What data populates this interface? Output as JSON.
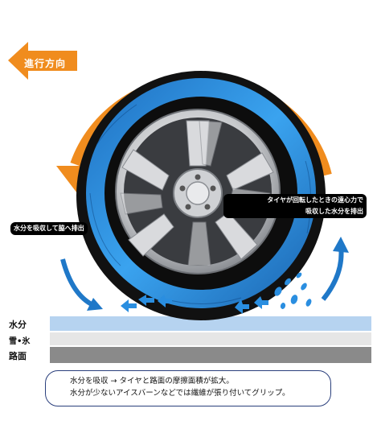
{
  "direction_label": "進行方向",
  "callout_left": "水分を吸収して脇へ排出",
  "callout_right": {
    "line1": "タイヤが回転したときの遠心力で",
    "line2": "吸収した水分を排出"
  },
  "layers": [
    {
      "label": "水分",
      "color": "#b6d3f0"
    },
    {
      "label": "雪•氷",
      "color": "#e6e6e6"
    },
    {
      "label": "路面",
      "color": "#8a8a8a"
    }
  ],
  "note": {
    "line1": "水分を吸収 → タイヤと路面の摩擦面積が拡大。",
    "line2": "水分が少ないアイスバーンなどでは繊維が張り付いてグリップ。"
  },
  "colors": {
    "orange_arrow": "#f08c1e",
    "blue_arrow": "#1f78c8",
    "sock_blue": "#2a8ee0",
    "tire_black": "#111111"
  },
  "icons": [
    "direction-arrow-icon",
    "rotation-arrow-icon",
    "water-splash-icon",
    "expel-arrow-icon"
  ]
}
